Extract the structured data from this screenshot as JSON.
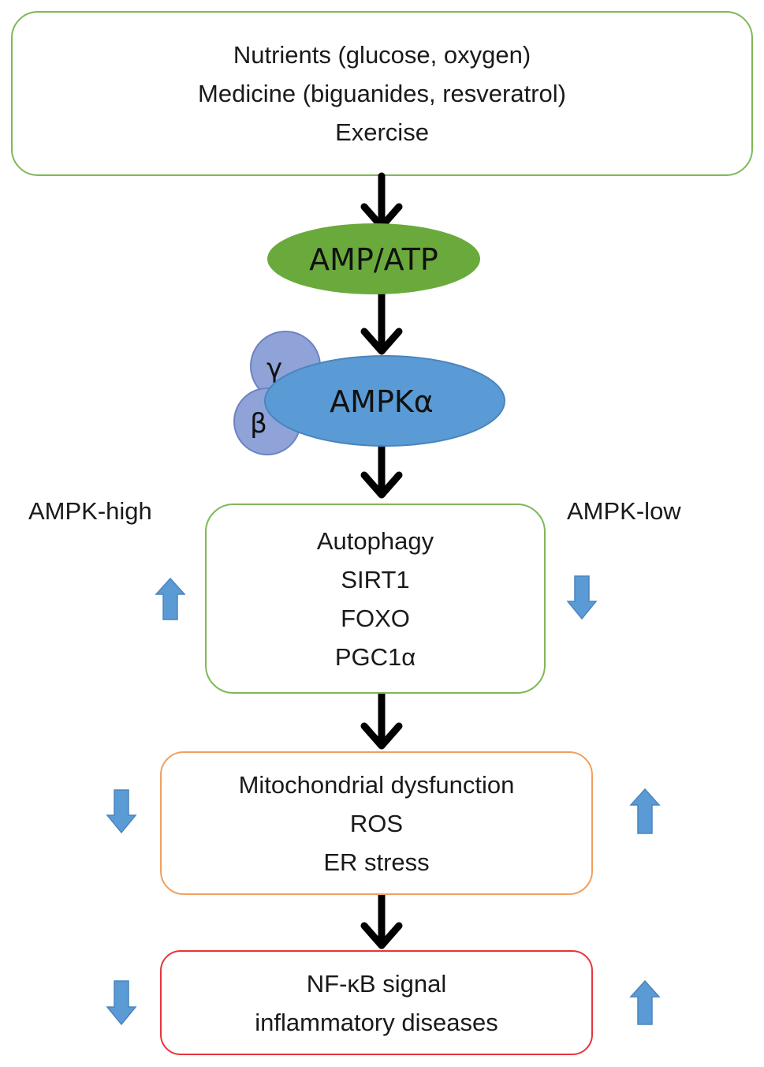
{
  "inputs_box": {
    "lines": [
      "Nutrients (glucose, oxygen)",
      "Medicine (biguanides, resveratrol)",
      "Exercise"
    ]
  },
  "amp_atp_node": {
    "label": "AMP/ATP",
    "color": "#6aaa3c"
  },
  "ampk_complex": {
    "alpha_label": "AMPKα",
    "gamma_label": "γ",
    "beta_label": "β",
    "alpha_color": "#5b9bd5",
    "subunit_color": "#8fa3d9"
  },
  "side_labels": {
    "left": "AMPK-high",
    "right": "AMPK-low"
  },
  "targets_box": {
    "lines": [
      "Autophagy",
      "SIRT1",
      "FOXO",
      "PGC1α"
    ],
    "left_indicator": "up",
    "right_indicator": "down"
  },
  "stress_box": {
    "lines": [
      "Mitochondrial dysfunction",
      "ROS",
      "ER stress"
    ],
    "left_indicator": "down",
    "right_indicator": "up"
  },
  "nfkb_box": {
    "lines": [
      "NF-κB signal",
      "inflammatory diseases"
    ],
    "left_indicator": "down",
    "right_indicator": "up"
  },
  "colors": {
    "green_border": "#7fb857",
    "orange_border": "#f0a060",
    "red_border": "#e8343c",
    "indicator_arrow": "#5b9bd5",
    "flow_arrow": "#000000"
  }
}
